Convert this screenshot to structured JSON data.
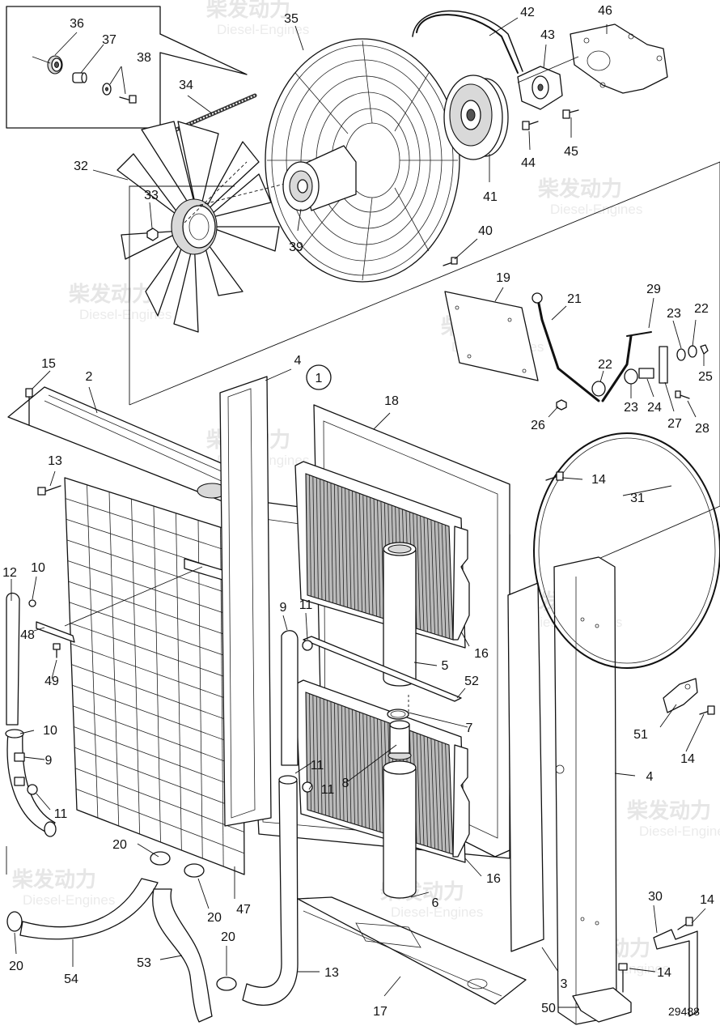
{
  "watermark": {
    "brand_cn": "柴发动力",
    "brand_en": "Diesel-Engines"
  },
  "callouts": [
    {
      "id": "c36",
      "text": "36"
    },
    {
      "id": "c37",
      "text": "37"
    },
    {
      "id": "c38",
      "text": "38"
    },
    {
      "id": "c35",
      "text": "35"
    },
    {
      "id": "c42",
      "text": "42"
    },
    {
      "id": "c46",
      "text": "46"
    },
    {
      "id": "c43",
      "text": "43"
    },
    {
      "id": "c34",
      "text": "34"
    },
    {
      "id": "c32",
      "text": "32"
    },
    {
      "id": "c33",
      "text": "33"
    },
    {
      "id": "c44",
      "text": "44"
    },
    {
      "id": "c45",
      "text": "45"
    },
    {
      "id": "c41",
      "text": "41"
    },
    {
      "id": "c39",
      "text": "39"
    },
    {
      "id": "c40",
      "text": "40"
    },
    {
      "id": "c19",
      "text": "19"
    },
    {
      "id": "c21",
      "text": "21"
    },
    {
      "id": "c29",
      "text": "29"
    },
    {
      "id": "c23a",
      "text": "23"
    },
    {
      "id": "c22a",
      "text": "22"
    },
    {
      "id": "c25",
      "text": "25"
    },
    {
      "id": "c22b",
      "text": "22"
    },
    {
      "id": "c23b",
      "text": "23"
    },
    {
      "id": "c24",
      "text": "24"
    },
    {
      "id": "c27",
      "text": "27"
    },
    {
      "id": "c28",
      "text": "28"
    },
    {
      "id": "c26",
      "text": "26"
    },
    {
      "id": "c15",
      "text": "15"
    },
    {
      "id": "c2",
      "text": "2"
    },
    {
      "id": "c4a",
      "text": "4"
    },
    {
      "id": "c1",
      "text": "1"
    },
    {
      "id": "c18",
      "text": "18"
    },
    {
      "id": "c13a",
      "text": "13"
    },
    {
      "id": "c14a",
      "text": "14"
    },
    {
      "id": "c31",
      "text": "31"
    },
    {
      "id": "c12",
      "text": "12"
    },
    {
      "id": "c10a",
      "text": "10"
    },
    {
      "id": "c9a",
      "text": "9"
    },
    {
      "id": "c11a",
      "text": "11"
    },
    {
      "id": "c48",
      "text": "48"
    },
    {
      "id": "c49",
      "text": "49"
    },
    {
      "id": "c16a",
      "text": "16"
    },
    {
      "id": "c5",
      "text": "5"
    },
    {
      "id": "c52",
      "text": "52"
    },
    {
      "id": "c7",
      "text": "7"
    },
    {
      "id": "c10b",
      "text": "10"
    },
    {
      "id": "c9b",
      "text": "9"
    },
    {
      "id": "c11b",
      "text": "11"
    },
    {
      "id": "c11c",
      "text": "11"
    },
    {
      "id": "c11d",
      "text": "11"
    },
    {
      "id": "c8",
      "text": "8"
    },
    {
      "id": "c51",
      "text": "51"
    },
    {
      "id": "c14b",
      "text": "14"
    },
    {
      "id": "c4b",
      "text": "4"
    },
    {
      "id": "c20a",
      "text": "20"
    },
    {
      "id": "c16b",
      "text": "16"
    },
    {
      "id": "c20b",
      "text": "20"
    },
    {
      "id": "c47",
      "text": "47"
    },
    {
      "id": "c6",
      "text": "6"
    },
    {
      "id": "c30",
      "text": "30"
    },
    {
      "id": "c14c",
      "text": "14"
    },
    {
      "id": "c20c",
      "text": "20"
    },
    {
      "id": "c20d",
      "text": "20"
    },
    {
      "id": "c54",
      "text": "54"
    },
    {
      "id": "c53",
      "text": "53"
    },
    {
      "id": "c13b",
      "text": "13"
    },
    {
      "id": "c17",
      "text": "17"
    },
    {
      "id": "c3",
      "text": "3"
    },
    {
      "id": "c14d",
      "text": "14"
    },
    {
      "id": "c50",
      "text": "50"
    }
  ],
  "drawing_number": "29488"
}
